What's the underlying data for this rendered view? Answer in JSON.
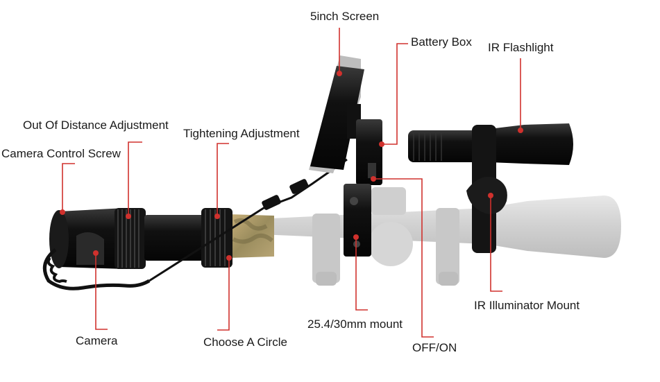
{
  "diagram": {
    "leader_color": "#d0312d",
    "labels": {
      "screen": "5inch Screen",
      "battery_box": "Battery Box",
      "ir_flashlight": "IR Flashlight",
      "out_of_distance": "Out Of Distance Adjustment",
      "tightening": "Tightening Adjustment",
      "camera_control_screw": "Camera Control Screw",
      "camera": "Camera",
      "choose_circle": "Choose A Circle",
      "mount": "25.4/30mm mount",
      "off_on": "OFF/ON",
      "ir_illuminator_mount": "IR Illuminator Mount"
    }
  }
}
